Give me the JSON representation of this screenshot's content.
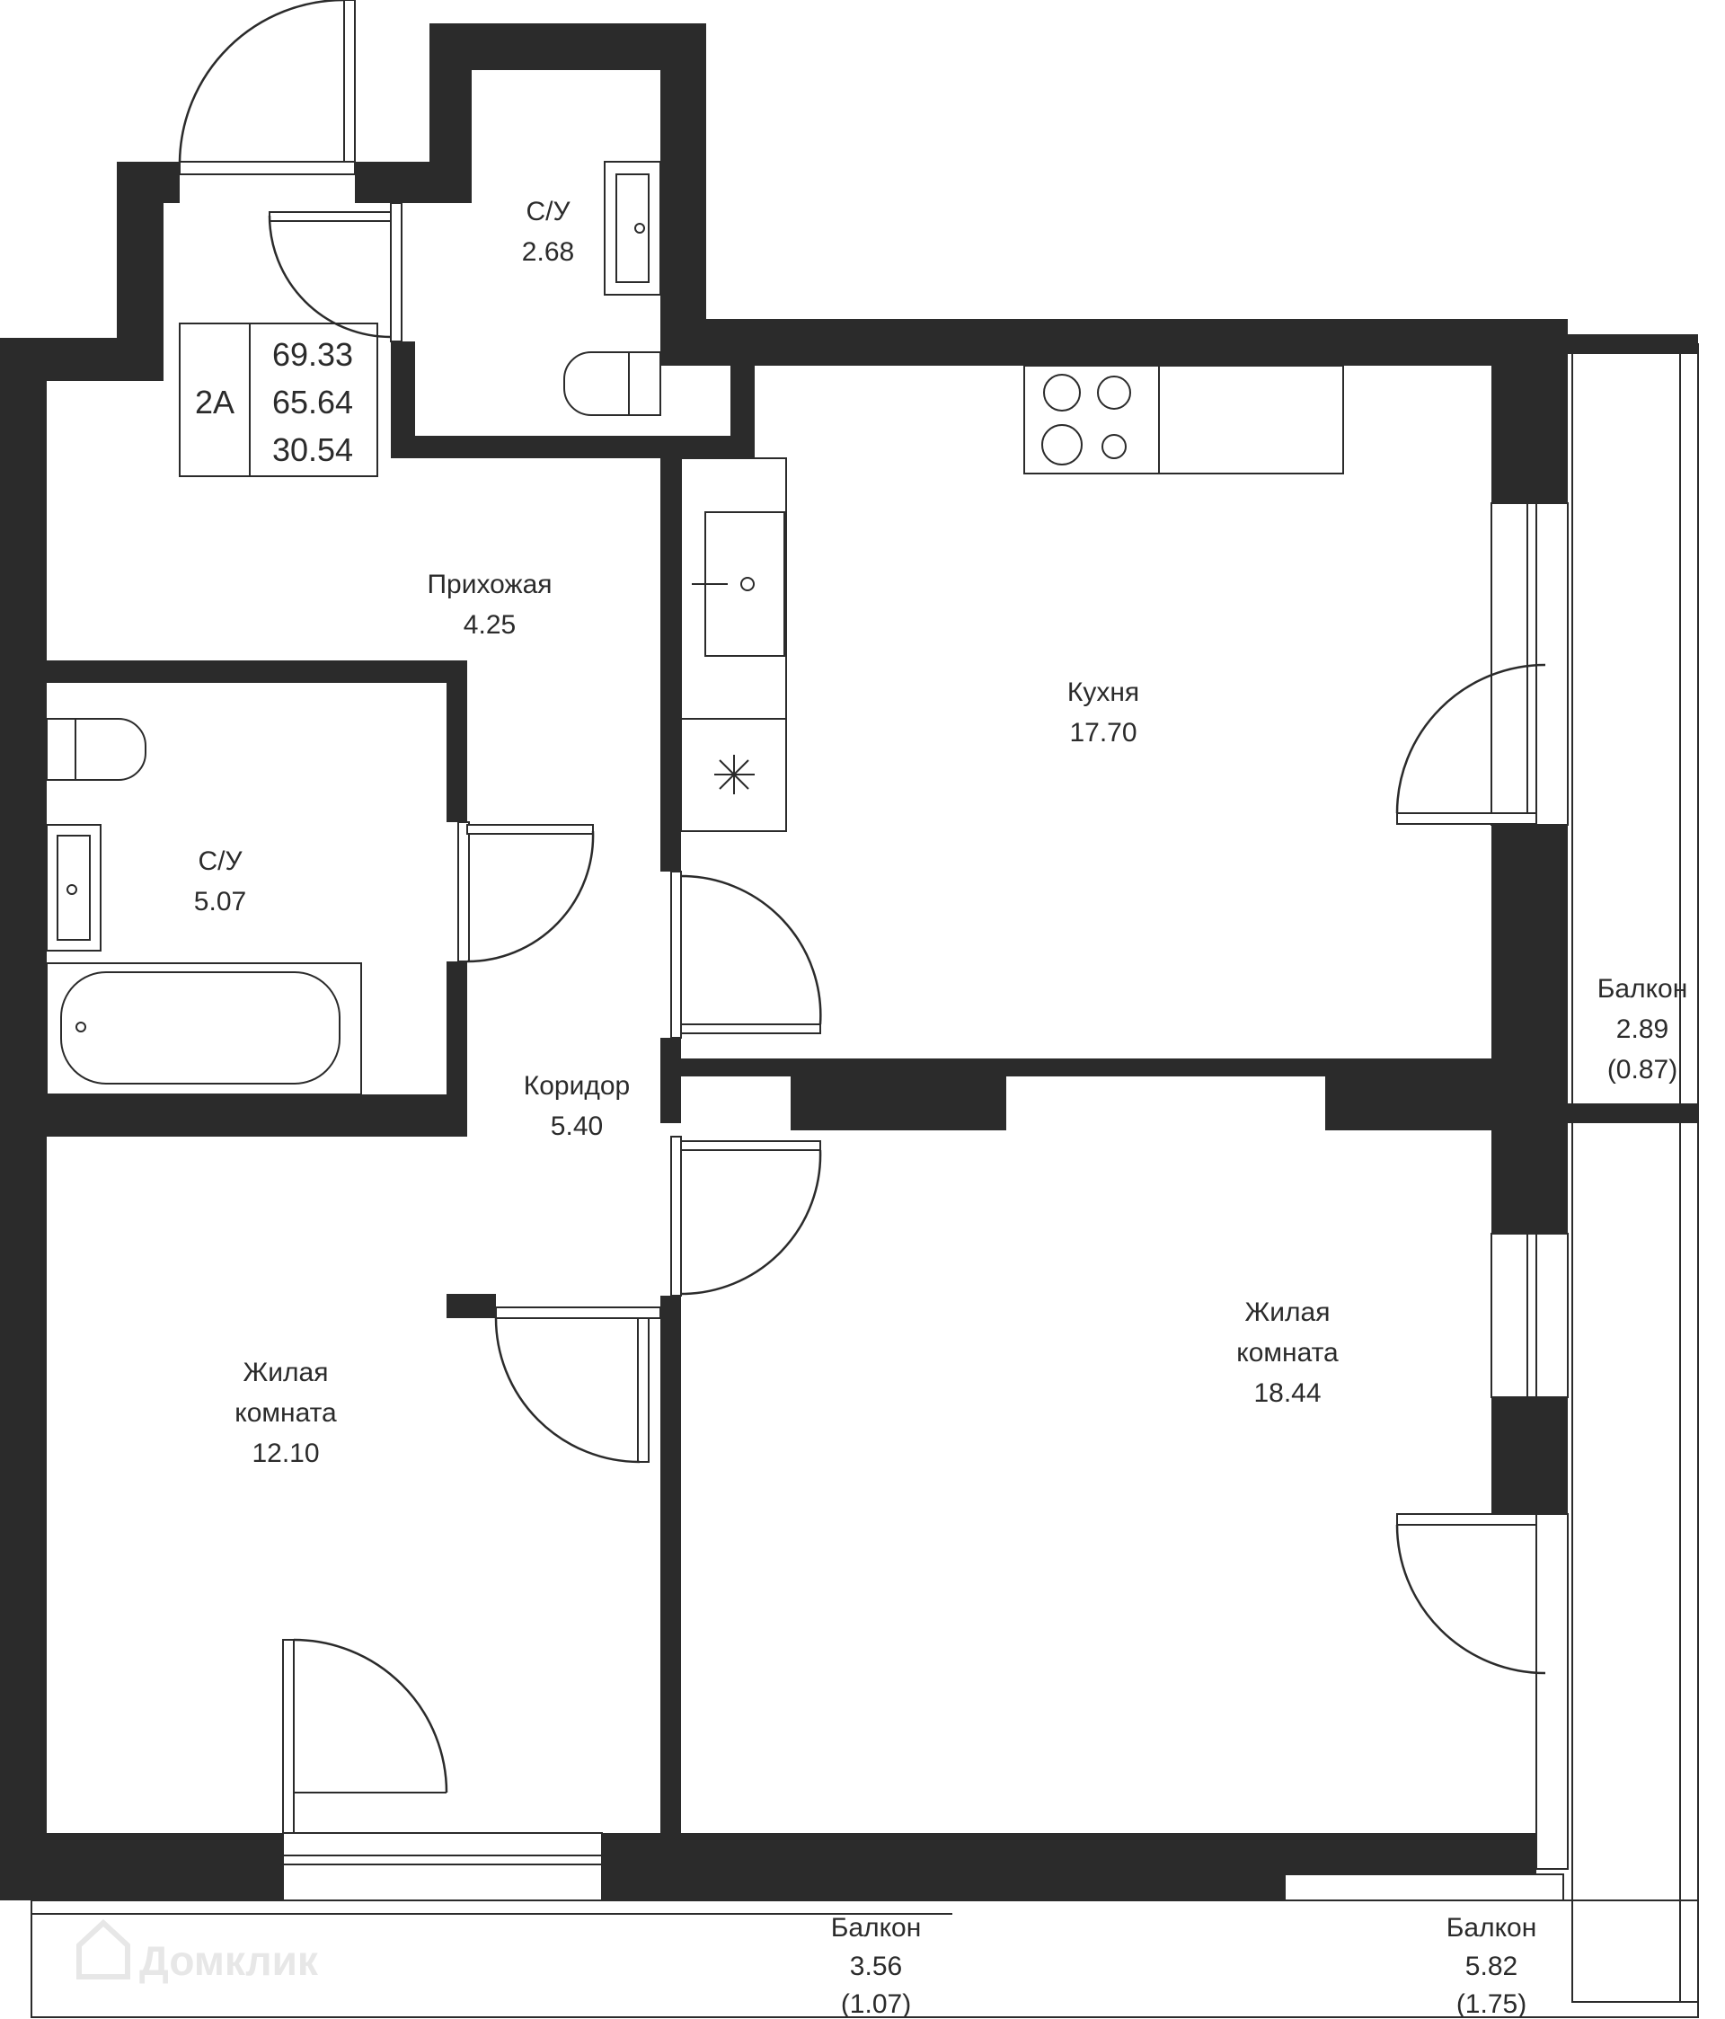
{
  "summary": {
    "type": "2А",
    "total_area": "69.33",
    "living_area_net": "65.64",
    "living_rooms_area": "30.54"
  },
  "rooms": [
    {
      "id": "wc-small",
      "name_lines": [
        "С/У"
      ],
      "area": "2.68"
    },
    {
      "id": "hallway",
      "name_lines": [
        "Прихожая"
      ],
      "area": "4.25"
    },
    {
      "id": "kitchen",
      "name_lines": [
        "Кухня"
      ],
      "area": "17.70"
    },
    {
      "id": "bathroom",
      "name_lines": [
        "С/У"
      ],
      "area": "5.07"
    },
    {
      "id": "corridor",
      "name_lines": [
        "Коридор"
      ],
      "area": "5.40"
    },
    {
      "id": "living-small",
      "name_lines": [
        "Жилая",
        "комната"
      ],
      "area": "12.10"
    },
    {
      "id": "living-large",
      "name_lines": [
        "Жилая",
        "комната"
      ],
      "area": "18.44"
    }
  ],
  "balconies": [
    {
      "id": "balcony-kitchen",
      "name": "Балкон",
      "area": "2.89",
      "coef_area": "(0.87)"
    },
    {
      "id": "balcony-bottom-left",
      "name": "Балкон",
      "area": "3.56",
      "coef_area": "(1.07)"
    },
    {
      "id": "balcony-bottom-right",
      "name": "Балкон",
      "area": "5.82",
      "coef_area": "(1.75)"
    }
  ],
  "watermark": "Домклик",
  "colors": {
    "wall": "#2b2b2b",
    "background": "#ffffff",
    "watermark": "#e7e7e7"
  }
}
